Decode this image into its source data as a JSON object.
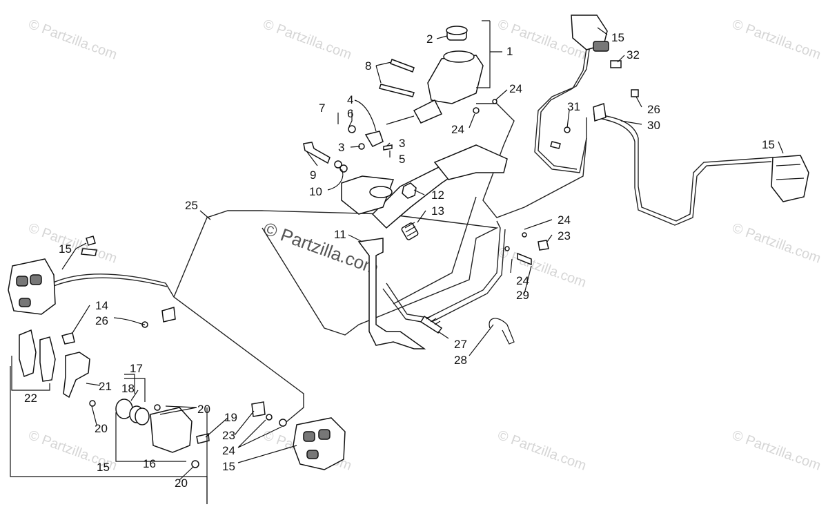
{
  "watermark": {
    "small_text": "© Partzilla.com",
    "center_text": "© Partzilla.com"
  },
  "callouts": {
    "c1": "1",
    "c2": "2",
    "c3a": "3",
    "c3b": "3",
    "c4": "4",
    "c5": "5",
    "c6": "6",
    "c7": "7",
    "c8": "8",
    "c9": "9",
    "c10": "10",
    "c11": "11",
    "c12": "12",
    "c13": "13",
    "c14": "14",
    "c15a": "15",
    "c15b": "15",
    "c15c": "15",
    "c15d": "15",
    "c15e": "15",
    "c16": "16",
    "c17": "17",
    "c18": "18",
    "c19": "19",
    "c20a": "20",
    "c20b": "20",
    "c20c": "20",
    "c21": "21",
    "c22": "22",
    "c23a": "23",
    "c23b": "23",
    "c24a": "24",
    "c24b": "24",
    "c24c": "24",
    "c24d": "24",
    "c24e": "24",
    "c25": "25",
    "c26a": "26",
    "c26b": "26",
    "c27": "27",
    "c28": "28",
    "c29": "29",
    "c30": "30",
    "c31": "31",
    "c32": "32"
  }
}
